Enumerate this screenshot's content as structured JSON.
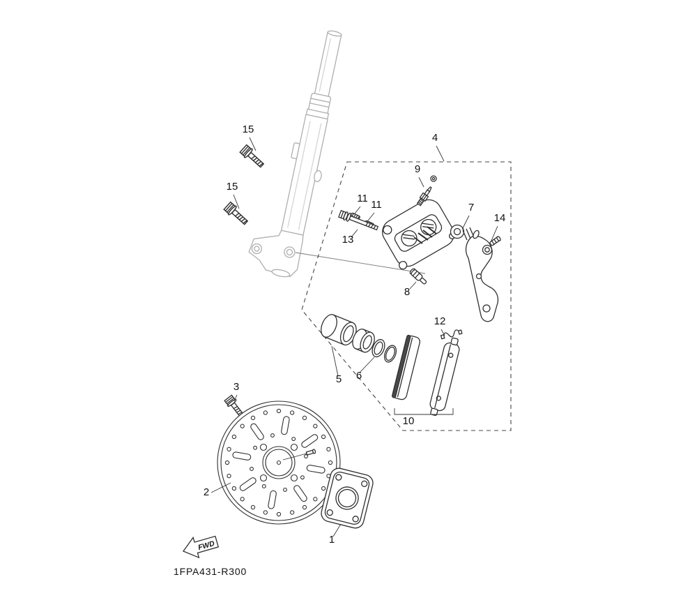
{
  "diagram": {
    "code": "1FPA431-R300",
    "fwd": "FWD",
    "colors": {
      "line": "#2f2f2f",
      "fork": "#aeaeae",
      "dashed": "#444444",
      "background": "#ffffff"
    }
  },
  "labels": {
    "p1": "1",
    "p2": "2",
    "p3": "3",
    "p4": "4",
    "p5": "5",
    "p6": "6",
    "p7": "7",
    "p8": "8",
    "p9": "9",
    "p10": "10",
    "p11a": "11",
    "p11b": "11",
    "p12": "12",
    "p13": "13",
    "p14": "14",
    "p15a": "15",
    "p15b": "15"
  }
}
